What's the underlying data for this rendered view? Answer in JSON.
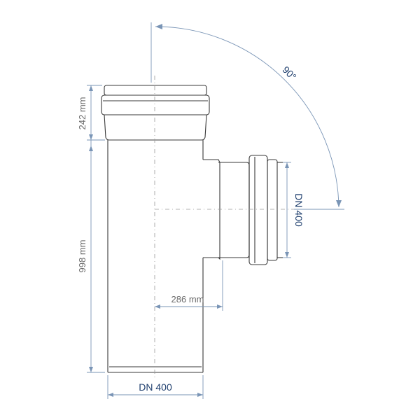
{
  "dimensions": {
    "top_socket_height": "242 mm",
    "main_length": "998 mm",
    "branch_offset": "286 mm",
    "main_diameter": "DN 400",
    "branch_diameter": "DN 400",
    "angle": "90°"
  },
  "colors": {
    "outline": "#3a3a3a",
    "dimension_line": "#7a95b6",
    "label_gray": "#6b6b6b",
    "label_blue": "#1f3f6e"
  }
}
